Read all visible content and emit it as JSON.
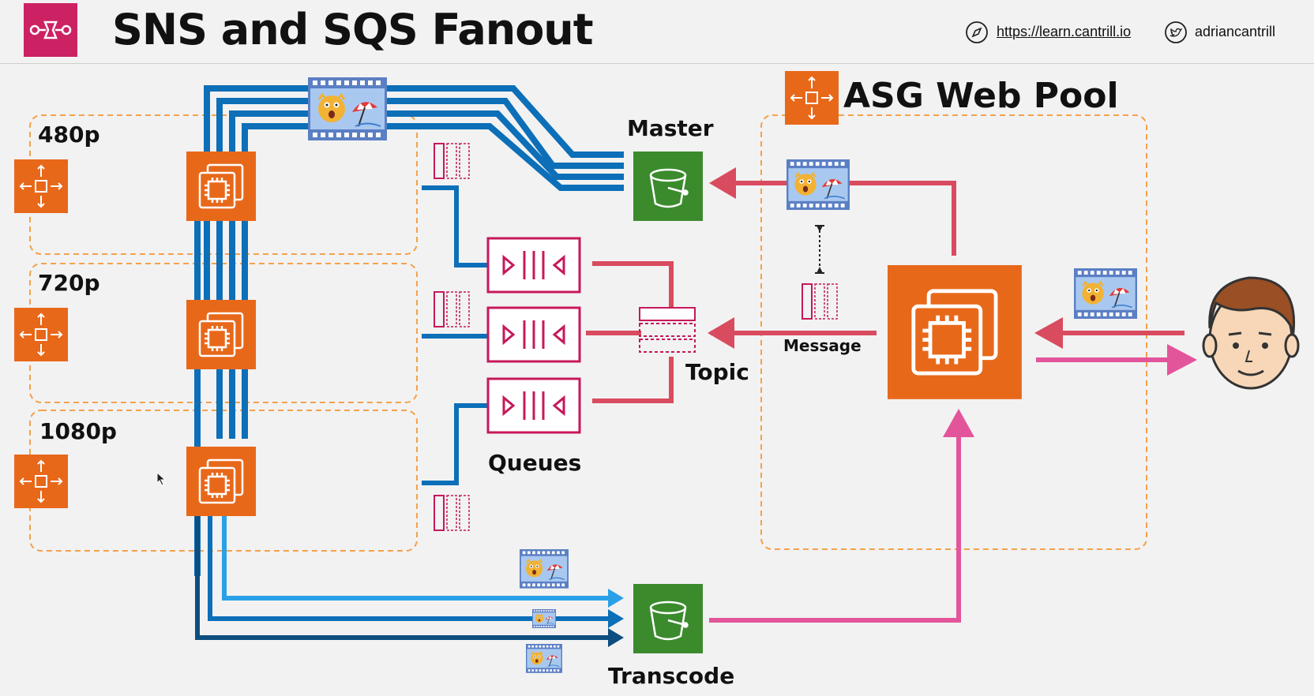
{
  "header": {
    "title": "SNS and SQS Fanout",
    "link_text": "https://learn.cantrill.io",
    "social_handle": "adriancantrill",
    "logo_icon": "sns-sqs-service-icon",
    "link_icon": "compass-icon",
    "social_icon": "twitter-icon"
  },
  "diagram": {
    "asg_web_pool_label": "ASG Web Pool",
    "tier_480_label": "480p",
    "tier_720_label": "720p",
    "tier_1080_label": "1080p",
    "master_label": "Master",
    "transcode_label": "Transcode",
    "topic_label": "Topic",
    "queues_label": "Queues",
    "message_label": "Message"
  },
  "colors": {
    "aws_orange": "#e8681a",
    "sns_pink": "#c7185b",
    "s3_green": "#3b8b2d",
    "flow_blue": "#0c6fb8",
    "flow_red": "#d94b5f",
    "flow_pink": "#e3559a",
    "dashed_orange": "#f5a14c"
  }
}
